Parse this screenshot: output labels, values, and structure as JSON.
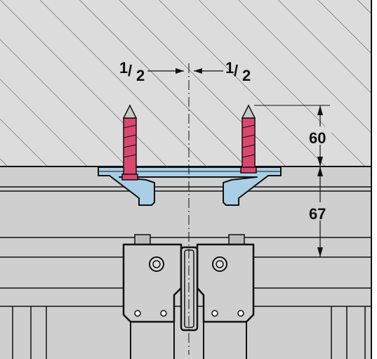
{
  "dimensions": {
    "half_left": {
      "numerator": "1",
      "denominator": "2"
    },
    "half_right": {
      "numerator": "1",
      "denominator": "2"
    },
    "anchor_depth": "60",
    "rail_height": "67"
  },
  "colors": {
    "background": "#ffffff",
    "wall_fill": "#dcdcdc",
    "rail_fill": "#cfcfcf",
    "bracket_fill": "#a9cfe6",
    "anchor_fill": "#d9486f",
    "line": "#111111"
  }
}
